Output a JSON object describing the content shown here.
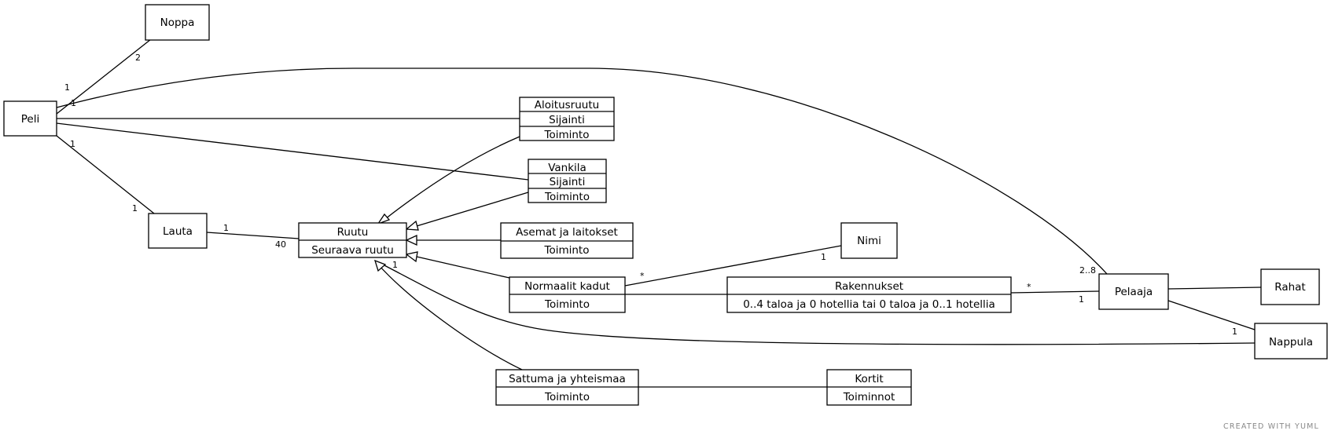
{
  "credit": "CREATED WITH YUML",
  "classes": {
    "noppa": {
      "name": "Noppa"
    },
    "peli": {
      "name": "Peli"
    },
    "lauta": {
      "name": "Lauta"
    },
    "ruutu": {
      "name": "Ruutu",
      "attribute": "Seuraava ruutu"
    },
    "aloitusruutu": {
      "name": "Aloitusruutu",
      "attribute": "Sijainti",
      "operation": "Toiminto"
    },
    "vankila": {
      "name": "Vankila",
      "attribute": "Sijainti",
      "operation": "Toiminto"
    },
    "asemat": {
      "name": "Asemat ja laitokset",
      "operation": "Toiminto"
    },
    "normaalit": {
      "name": "Normaalit kadut",
      "operation": "Toiminto"
    },
    "sattuma": {
      "name": "Sattuma ja yhteismaa",
      "operation": "Toiminto"
    },
    "nimi": {
      "name": "Nimi"
    },
    "rakennukset": {
      "name": "Rakennukset",
      "attribute": "0..4 taloa ja 0 hotellia tai 0 taloa ja 0..1 hotellia"
    },
    "kortit": {
      "name": "Kortit",
      "operation": "Toiminnot"
    },
    "pelaaja": {
      "name": "Pelaaja"
    },
    "rahat": {
      "name": "Rahat"
    },
    "nappula": {
      "name": "Nappula"
    }
  },
  "multiplicities": {
    "peli_noppa_peli": "1",
    "peli_noppa_noppa": "2",
    "peli_pelaaja_peli": "1",
    "peli_pelaaja_pelaaja": "2..8",
    "peli_lauta_peli": "1",
    "peli_lauta_lauta": "1",
    "lauta_ruutu_lauta": "1",
    "lauta_ruutu_ruutu": "40",
    "ruutu_nappula_ruutu": "1",
    "ruutu_nappula_nappula": "1",
    "normaalit_nimi_normaalit": "*",
    "normaalit_nimi_nimi": "1",
    "rakennukset_pelaaja_rakennukset": "*",
    "rakennukset_pelaaja_pelaaja": "1"
  }
}
